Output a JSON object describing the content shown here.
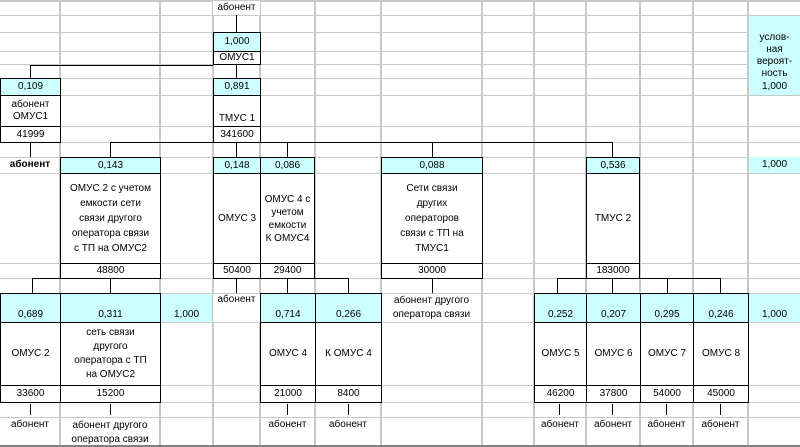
{
  "top": {
    "subscriber": "абонент",
    "root_prob": "1,000",
    "root_name": "ОМУС1"
  },
  "legend": {
    "label": "услов-\nная\nвероят-\nность",
    "value": "1,000"
  },
  "level1": [
    {
      "prob": "0,109",
      "name": "абонент\nОМУС1",
      "value": "41999"
    },
    {
      "prob": "0,891",
      "name": "ТМУС 1",
      "value": "341600"
    }
  ],
  "level2": {
    "subscriber": "абонент",
    "sum": "1,000",
    "nodes": [
      {
        "prob": "0,143",
        "name": "ОМУС 2 с учетом\nемкости сети\nсвязи другого\nоператора связи\nс ТП на ОМУС2",
        "value": "48800"
      },
      {
        "prob": "0,148",
        "name": "ОМУС 3",
        "value": "50400"
      },
      {
        "prob": "0,086",
        "name": "ОМУС 4 с\nучетом\nемкости\nК ОМУС4",
        "value": "29400"
      },
      {
        "prob": "0,088",
        "name": "Сети связи\nдругих\nоператоров\nсвязи с ТП на\nТМУС1",
        "value": "30000"
      },
      {
        "prob": "0,536",
        "name": "ТМУС 2",
        "value": "183000"
      }
    ]
  },
  "level3": {
    "omus2_sum": "1,000",
    "omus3_subscriber": "абонент",
    "other_operator_subscriber": "абонент другого\nоператора связи",
    "tmus2_sum": "1,000",
    "nodes": [
      {
        "prob": "0,689",
        "name": "ОМУС 2",
        "value": "33600",
        "leaf": "абонент"
      },
      {
        "prob": "0,311",
        "name": "сеть связи\nдругого\nоператора с ТП\nна ОМУС2",
        "value": "15200",
        "leaf": "абонент другого\nоператора связи"
      },
      {
        "prob": "0,714",
        "name": "ОМУС 4",
        "value": "21000",
        "leaf": "абонент"
      },
      {
        "prob": "0,266",
        "name": "К ОМУС 4",
        "value": "8400",
        "leaf": "абонент"
      },
      {
        "prob": "0,252",
        "name": "ОМУС 5",
        "value": "46200",
        "leaf": "абонент"
      },
      {
        "prob": "0,207",
        "name": "ОМУС 6",
        "value": "37800",
        "leaf": "абонент"
      },
      {
        "prob": "0,295",
        "name": "ОМУС 7",
        "value": "54000",
        "leaf": "абонент"
      },
      {
        "prob": "0,246",
        "name": "ОМУС 8",
        "value": "45000",
        "leaf": "абонент"
      }
    ]
  }
}
